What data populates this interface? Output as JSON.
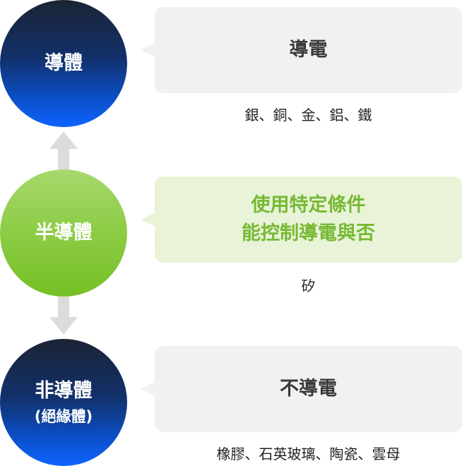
{
  "levels": [
    {
      "circle_title": "導體",
      "circle_subtitle": "",
      "box_lines": [
        "導電"
      ],
      "examples": "銀、銅、金、鋁、鐵"
    },
    {
      "circle_title": "半導體",
      "circle_subtitle": "",
      "box_lines": [
        "使用特定條件",
        "能控制導電與否"
      ],
      "examples": "矽"
    },
    {
      "circle_title": "非導體",
      "circle_subtitle": "(絕緣體)",
      "box_lines": [
        "不導電"
      ],
      "examples": "橡膠、石英玻璃、陶瓷、雲母"
    }
  ],
  "colors": {
    "conductor_circle": "#0e63ff",
    "semiconductor_circle": "#76bf25",
    "insulator_circle": "#0e63ff",
    "gray_box": "#f1f1f1",
    "green_box": "#e8f3d8",
    "green_text": "#77b932",
    "arrow": "#dcdcdc"
  }
}
